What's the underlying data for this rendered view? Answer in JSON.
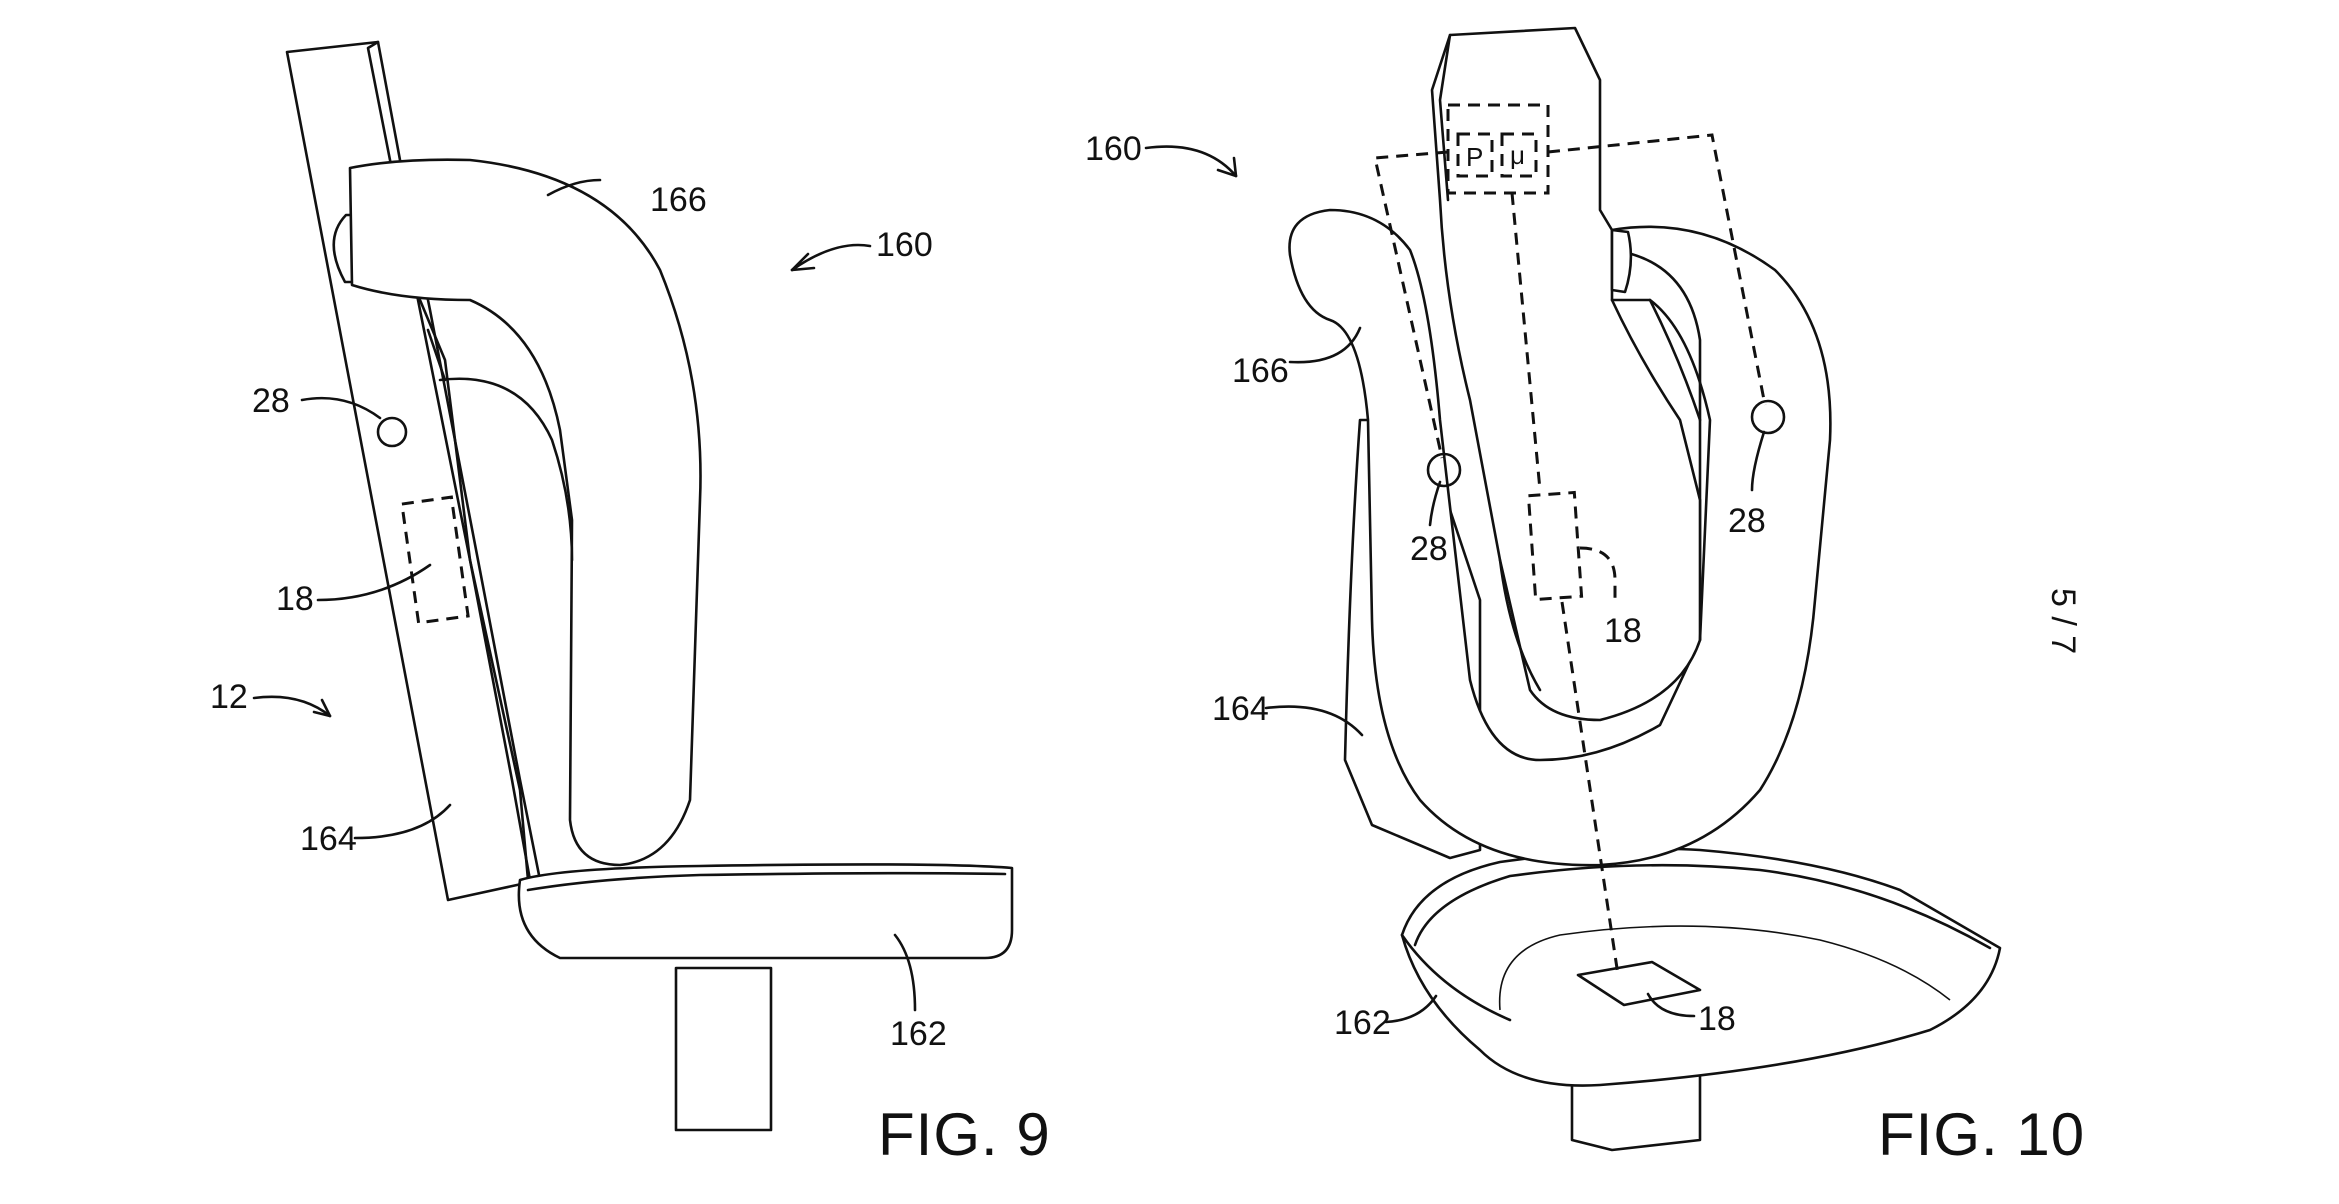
{
  "sheet": {
    "page_number": "5 / 7"
  },
  "fig9": {
    "caption": "FIG. 9",
    "labels": {
      "assembly": "160",
      "headrest": "166",
      "backrest": "164",
      "seat": "162",
      "sensor": "28",
      "module": "18",
      "vehicle": "12"
    }
  },
  "fig10": {
    "caption": "FIG. 10",
    "labels": {
      "assembly": "160",
      "headrest": "166",
      "backrest": "164",
      "seat": "162",
      "sensor_left": "28",
      "sensor_right": "28",
      "module_back": "18",
      "module_seat": "18"
    },
    "box_letters": {
      "processor": "P",
      "micro": "μ"
    }
  }
}
